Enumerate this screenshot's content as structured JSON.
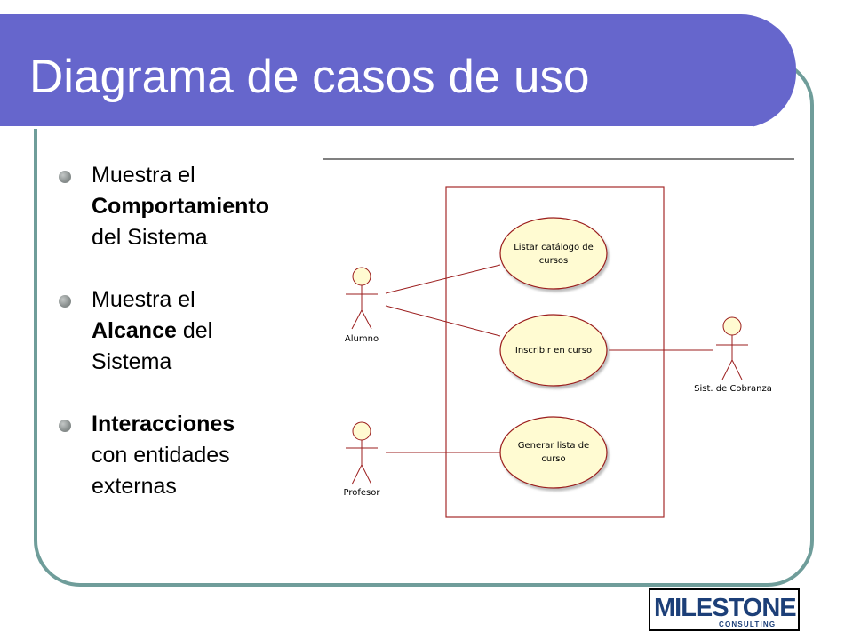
{
  "slide": {
    "title": "Diagrama de casos de uso"
  },
  "bullets": [
    {
      "line1": "Muestra el",
      "line2_bold": "Comportamiento",
      "line3": "del Sistema"
    },
    {
      "line1": "Muestra el",
      "line2_bold": "Alcance",
      "line2_rest": " del",
      "line3": "Sistema"
    },
    {
      "line1_bold": "Interacciones",
      "line2": "con entidades",
      "line3": "externas"
    }
  ],
  "diagram": {
    "actors": [
      {
        "id": "alumno",
        "label": "Alumno"
      },
      {
        "id": "profesor",
        "label": "Profesor"
      },
      {
        "id": "cobranza",
        "label": "Sist. de Cobranza"
      }
    ],
    "use_cases": [
      {
        "id": "listar",
        "lines": [
          "Listar catálogo de",
          "cursos"
        ]
      },
      {
        "id": "inscribir",
        "lines": [
          "Inscribir en curso"
        ]
      },
      {
        "id": "generar",
        "lines": [
          "Generar lista de",
          "curso"
        ]
      }
    ],
    "associations": [
      {
        "from": "alumno",
        "to": "listar"
      },
      {
        "from": "alumno",
        "to": "inscribir"
      },
      {
        "from": "inscribir",
        "to": "cobranza"
      },
      {
        "from": "profesor",
        "to": "generar"
      }
    ],
    "colors": {
      "system_boundary": "#a52a2a",
      "use_case_fill": "#fffbd2",
      "use_case_stroke": "#9b1d1d",
      "actor_stroke": "#9b1d1d",
      "line": "#9b1d1d"
    }
  },
  "logo": {
    "main": "MILESTONE",
    "sub": "CONSULTING"
  },
  "theme": {
    "title_band": "#6666cc",
    "frame": "#6f9d9a"
  }
}
